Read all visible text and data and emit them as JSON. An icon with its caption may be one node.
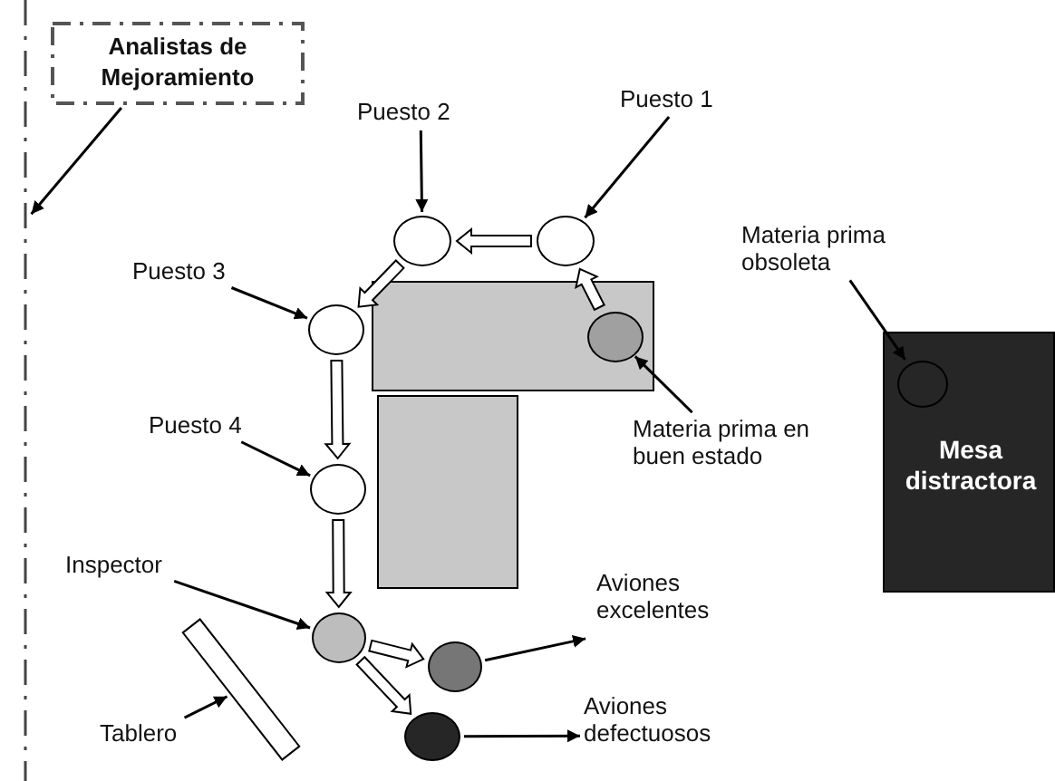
{
  "diagram": {
    "nodes": [
      {
        "text": [
          "Analistas de Mejoramiento"
        ]
      },
      {
        "text": [],
        "shape": "line"
      },
      {
        "text": [
          "Puesto 2"
        ]
      },
      {
        "text": [
          "Puesto 1"
        ]
      },
      {
        "text": [],
        "shape": "circle"
      },
      {
        "text": [],
        "shape": "circle"
      },
      {
        "text": [
          "Materia prima obsoleta"
        ]
      },
      {
        "text": [
          "Puesto 3"
        ]
      },
      {
        "text": [],
        "shape": "circle"
      },
      {
        "text": [],
        "shape": "box"
      },
      {
        "text": [],
        "shape": "circle",
        "in": 9
      },
      {
        "text": [
          "Mesa distractora"
        ]
      },
      {
        "text": [],
        "shape": "circle",
        "in": 11
      },
      {
        "text": [
          "Materia prima en buen estado"
        ]
      },
      {
        "text": [],
        "shape": "box"
      },
      {
        "text": [
          "Puesto 4"
        ]
      },
      {
        "text": [],
        "shape": "circle"
      },
      {
        "text": [
          "Inspector"
        ]
      },
      {
        "text": [],
        "shape": "circle"
      },
      {
        "text": [
          "Aviones excelentes"
        ]
      },
      {
        "text": [],
        "shape": "bar"
      },
      {
        "text": [],
        "shape": "circle"
      },
      {
        "text": [
          "Tablero"
        ]
      },
      {
        "text": [
          "Aviones defectuosos"
        ]
      },
      {
        "text": [],
        "shape": "circle"
      }
    ],
    "edges": [
      {
        "from": 0,
        "to": 1,
        "arrow": "to"
      },
      {
        "from": 2,
        "to": 4,
        "arrow": "to"
      },
      {
        "from": 3,
        "to": 5,
        "arrow": "to"
      },
      {
        "from": 6,
        "to": 12,
        "arrow": "to"
      },
      {
        "from": 7,
        "to": 8,
        "arrow": "to"
      },
      {
        "from": 13,
        "to": 10,
        "arrow": "to"
      },
      {
        "from": 15,
        "to": 16,
        "arrow": "to"
      },
      {
        "from": 17,
        "to": 18,
        "arrow": "to"
      },
      {
        "from": 22,
        "to": 20,
        "arrow": "to"
      },
      {
        "from": 21,
        "to": 19,
        "arrow": "to"
      },
      {
        "from": 24,
        "to": 23,
        "arrow": "to"
      },
      {
        "from": 10,
        "to": 5,
        "arrow": "to",
        "style": "thick"
      },
      {
        "from": 5,
        "to": 4,
        "arrow": "to",
        "style": "thick"
      },
      {
        "from": 4,
        "to": 8,
        "arrow": "to",
        "style": "thick"
      },
      {
        "from": 8,
        "to": 16,
        "arrow": "to",
        "style": "thick"
      },
      {
        "from": 16,
        "to": 18,
        "arrow": "to",
        "style": "thick"
      },
      {
        "from": 18,
        "to": 21,
        "arrow": "to",
        "style": "thick"
      },
      {
        "from": 18,
        "to": 24,
        "arrow": "to",
        "style": "thick"
      }
    ]
  }
}
